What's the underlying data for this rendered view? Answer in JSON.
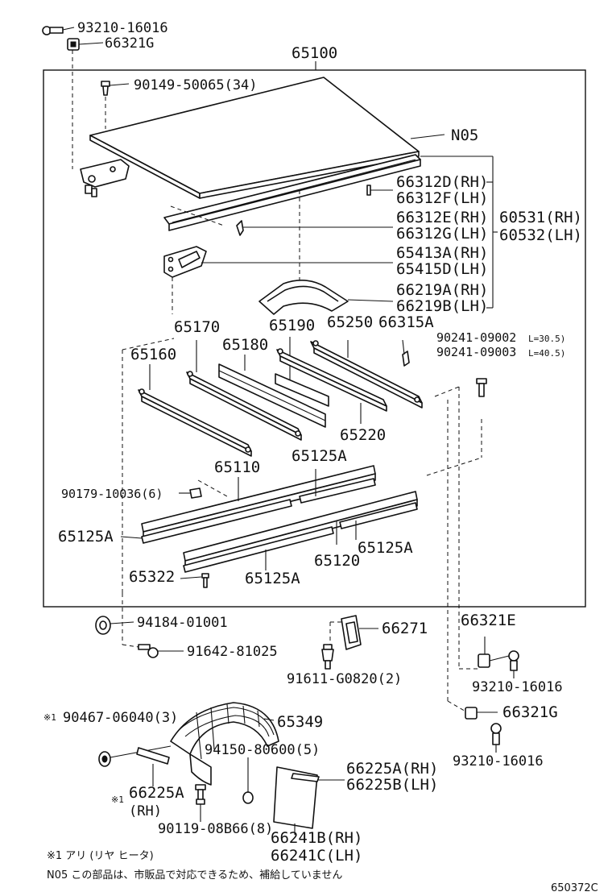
{
  "labels": {
    "p93210_top": "93210-16016",
    "p66321G_top": "66321G",
    "p65100": "65100",
    "p90149": "90149-50065(34)",
    "pN05": "N05",
    "p66312D": "66312D(RH)",
    "p66312F": "66312F(LH)",
    "p66312E": "66312E(RH)",
    "p66312G": "66312G(LH)",
    "p60531": "60531(RH)",
    "p60532": "60532(LH)",
    "p65413A": "65413A(RH)",
    "p65415D": "65415D(LH)",
    "p66219A": "66219A(RH)",
    "p66219B": "66219B(LH)",
    "p65170": "65170",
    "p65190": "65190",
    "p65250": "65250",
    "p66315A": "66315A",
    "p90241a": "90241-09002",
    "p90241a_len": "L=30.5)",
    "p90241b": "90241-09003",
    "p90241b_len": "L=40.5)",
    "p65160": "65160",
    "p65180": "65180",
    "p65220": "65220",
    "p65110": "65110",
    "p65125A_1": "65125A",
    "p90179": "90179-10036(6)",
    "p65125A_2": "65125A",
    "p65125A_3": "65125A",
    "p65120": "65120",
    "p65322": "65322",
    "p65125A_4": "65125A",
    "p94184": "94184-01001",
    "p66271": "66271",
    "p66321E": "66321E",
    "p91642": "91642-81025",
    "p91611": "91611-G0820(2)",
    "p93210_mid": "93210-16016",
    "p90467_mark": "※1",
    "p90467": "90467-06040(3)",
    "p65349": "65349",
    "p66321G_low": "66321G",
    "p94150": "94150-80600(5)",
    "p93210_low": "93210-16016",
    "p66225A_RH": "66225A(RH)",
    "p66225B_LH": "66225B(LH)",
    "p66225A_mark": "※1",
    "p66225A": "66225A",
    "p66225A_rh": "(RH)",
    "p90119": "90119-08B66(8)",
    "p66241B": "66241B(RH)",
    "p66241C": "66241C(LH)"
  },
  "notes": {
    "note1": "※1 アリ (リヤ ヒータ)",
    "note2": "N05  この部品は、市販品で対応できるため、補給していません"
  },
  "figure_code": "650372C"
}
